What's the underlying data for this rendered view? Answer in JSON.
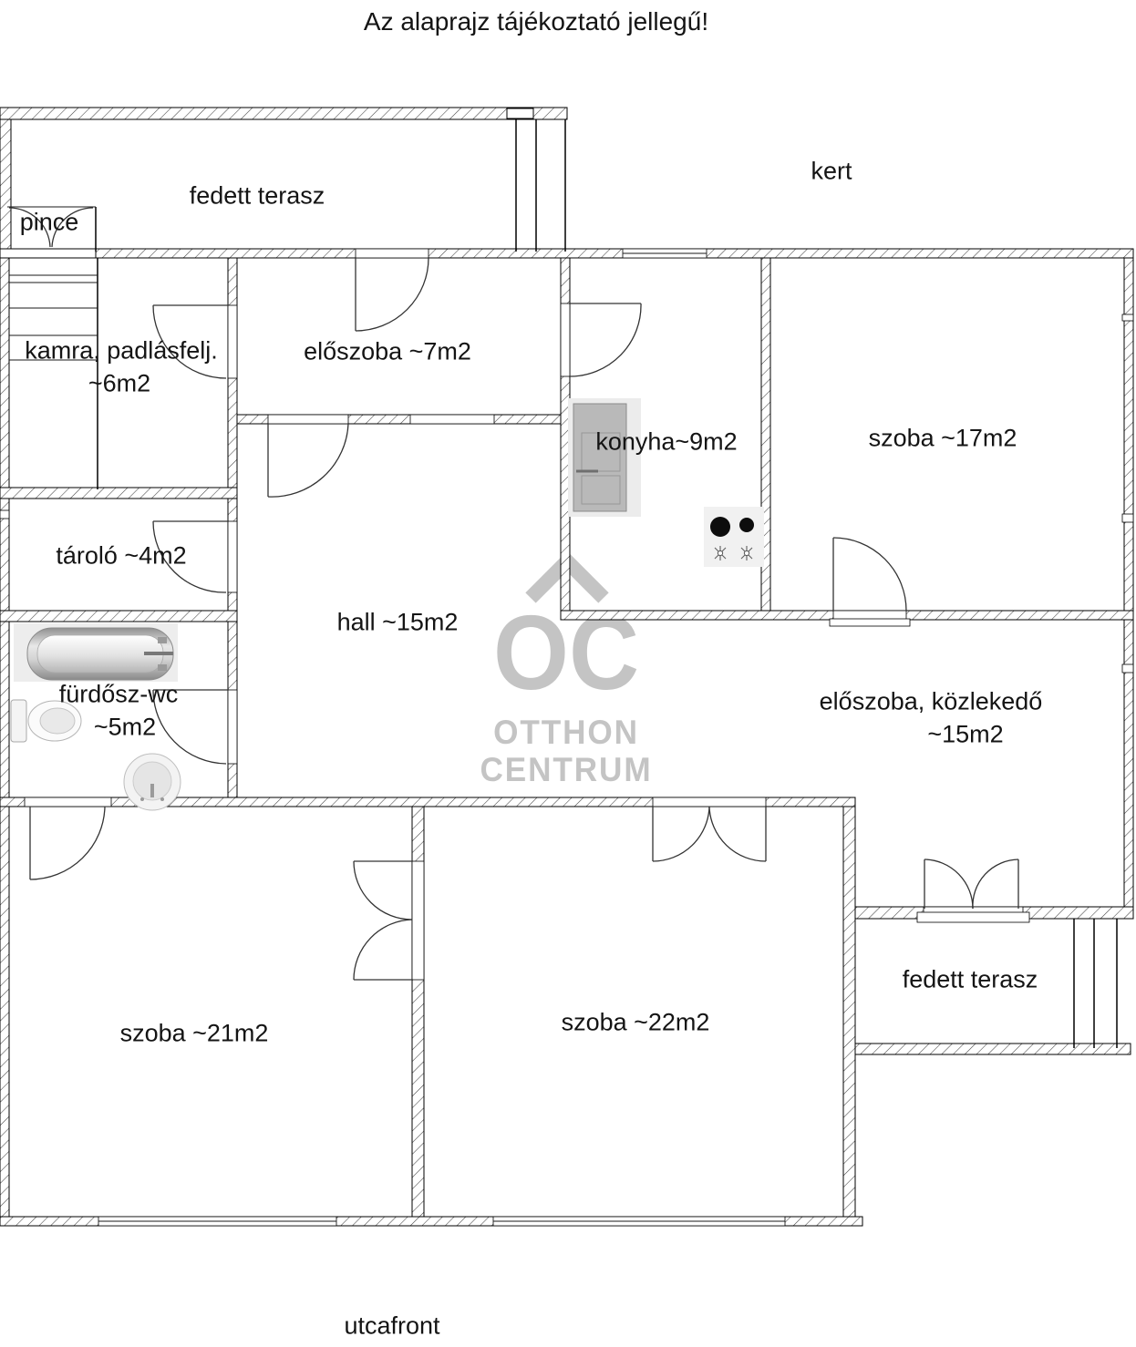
{
  "title": "Az alaprajz tájékoztató jellegű!",
  "street_label": "utcafront",
  "garden_label": "kert",
  "watermark": {
    "initials": "OC",
    "line1": "OTTHON",
    "line2": "CENTRUM",
    "color": "#c4c4c4"
  },
  "fixtures": [
    "bathtub",
    "toilet",
    "washbasin",
    "stove-2-burners",
    "kitchen-unit",
    "attic-ladder",
    "terrace-columns"
  ],
  "rooms": {
    "terasz_felso": {
      "label": "fedett terasz"
    },
    "pince": {
      "label": "pince"
    },
    "kamra": {
      "label": "kamra, padlásfelj.",
      "area": "~6m2"
    },
    "eloszoba": {
      "label": "előszoba ~7m2"
    },
    "konyha": {
      "label": "konyha~9m2"
    },
    "szoba17": {
      "label": "szoba ~17m2"
    },
    "tarolo": {
      "label": "tároló ~4m2"
    },
    "hall": {
      "label": "hall ~15m2"
    },
    "furdoszoba": {
      "label": "fürdősz-wc",
      "area": "~5m2"
    },
    "kozlekedo": {
      "label": "előszoba, közlekedő",
      "area": "~15m2"
    },
    "szoba21": {
      "label": "szoba ~21m2"
    },
    "szoba22": {
      "label": "szoba ~22m2"
    },
    "terasz_also": {
      "label": "fedett terasz"
    }
  }
}
